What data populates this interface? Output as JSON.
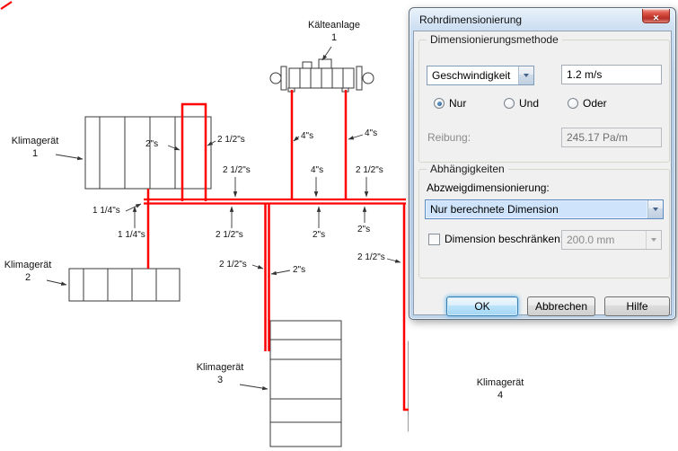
{
  "diagram": {
    "pipe_color": "#ff0000",
    "equipment": [
      {
        "name": "Kälteanlage",
        "number": "1"
      },
      {
        "name": "Klimagerät",
        "number": "1"
      },
      {
        "name": "Klimagerät",
        "number": "2"
      },
      {
        "name": "Klimagerät",
        "number": "3"
      },
      {
        "name": "Klimagerät",
        "number": "4"
      }
    ],
    "pipe_labels": [
      {
        "text": "2\"s"
      },
      {
        "text": "2 1/2\"s"
      },
      {
        "text": "4\"s"
      },
      {
        "text": "4\"s"
      },
      {
        "text": "2 1/2\"s"
      },
      {
        "text": "4\"s"
      },
      {
        "text": "2 1/2\"s"
      },
      {
        "text": "1 1/4\"s"
      },
      {
        "text": "1 1/4\"s"
      },
      {
        "text": "2 1/2\"s"
      },
      {
        "text": "2\"s"
      },
      {
        "text": "2\"s"
      },
      {
        "text": "2 1/2\"s"
      },
      {
        "text": "2\"s"
      },
      {
        "text": "2 1/2\"s"
      }
    ]
  },
  "dialog": {
    "title": "Rohrdimensionierung",
    "close_glyph": "✕",
    "method": {
      "title": "Dimensionierungsmethode",
      "selected": "Geschwindigkeit",
      "velocity_value": "1.2 m/s",
      "radio_nur": "Nur",
      "radio_und": "Und",
      "radio_oder": "Oder",
      "friction_label": "Reibung:",
      "friction_value": "245.17 Pa/m"
    },
    "dependencies": {
      "title": "Abhängigkeiten",
      "branch_label": "Abzweigdimensionierung:",
      "branch_value": "Nur berechnete Dimension",
      "restrict_label": "Dimension beschränken:",
      "restrict_value": "200.0 mm"
    },
    "buttons": {
      "ok": "OK",
      "cancel": "Abbrechen",
      "help": "Hilfe"
    }
  }
}
